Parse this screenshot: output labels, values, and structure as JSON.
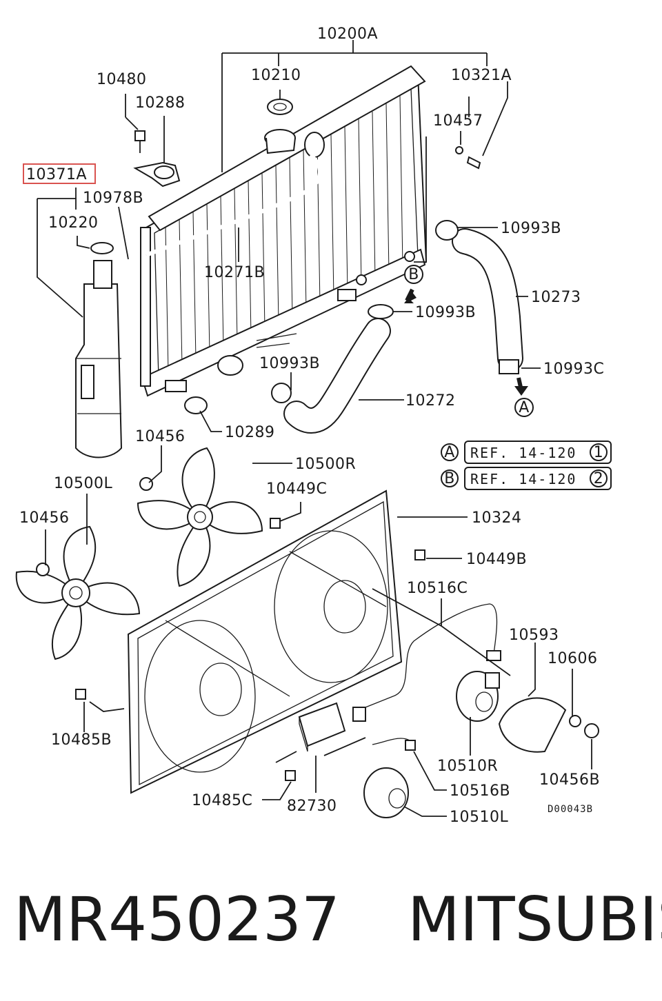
{
  "parts": {
    "p10200A": "10200A",
    "p10480": "10480",
    "p10288": "10288",
    "p10210": "10210",
    "p10321A": "10321A",
    "p10457": "10457",
    "p10371A": "10371A",
    "p10978B": "10978B",
    "p10220": "10220",
    "p10993B_1": "10993B",
    "p10271B": "10271B",
    "p10273": "10273",
    "p10993B_2": "10993B",
    "p10993B_3": "10993B",
    "p10993C": "10993C",
    "p10272": "10272",
    "p10289": "10289",
    "p10456_1": "10456",
    "p10500R": "10500R",
    "p10500L": "10500L",
    "p10449C": "10449C",
    "p10456_2": "10456",
    "p10324": "10324",
    "p10449B": "10449B",
    "p10516C": "10516C",
    "p10593": "10593",
    "p10606": "10606",
    "p10485B": "10485B",
    "p10510R": "10510R",
    "p10456B": "10456B",
    "p10516B": "10516B",
    "p10485C": "10485C",
    "p82730": "82730",
    "p10510L": "10510L"
  },
  "callouts": {
    "a": "A",
    "b": "B"
  },
  "refs": {
    "a_text": "REF. 14-120",
    "a_num": "1",
    "b_text": "REF. 14-120",
    "b_num": "2"
  },
  "drawing_code": "D00043B",
  "footer": {
    "part_number": "MR450237",
    "brand": "MITSUBISHI"
  },
  "highlight_color": "#d9534f"
}
